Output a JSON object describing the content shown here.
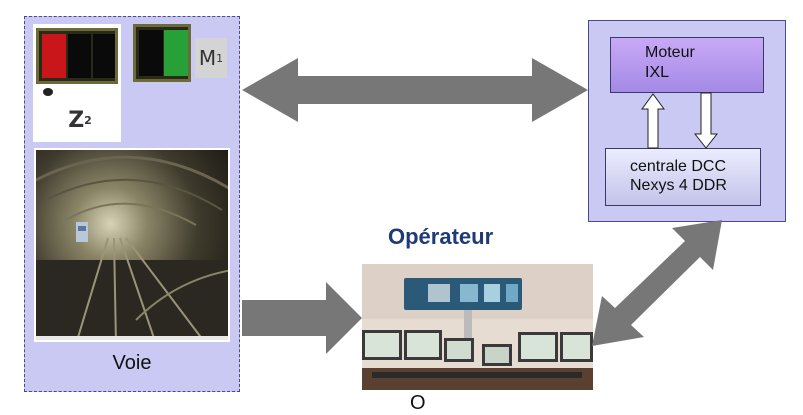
{
  "voie_panel": {
    "label": "Voie",
    "signal_m_label": "M",
    "signal_m_sub": "1",
    "signal_z_label": "Z",
    "signal_z_sub": "2",
    "lamp_colors": [
      "#c8161a",
      "#0a0a0a",
      "#0a0a0a"
    ],
    "lamp2_colors": [
      "#0a0a0a",
      "#28a038"
    ]
  },
  "ixl_panel": {
    "moteur_line1": "Moteur",
    "moteur_line2": "IXL",
    "dcc_line1": "centrale DCC",
    "dcc_line2": "Nexys 4 DDR"
  },
  "operateur": {
    "title": "Opérateur",
    "cut_text": "O"
  },
  "colors": {
    "panel": "#c9c9f3",
    "arrow": "#777777",
    "title": "#1f3a78"
  }
}
